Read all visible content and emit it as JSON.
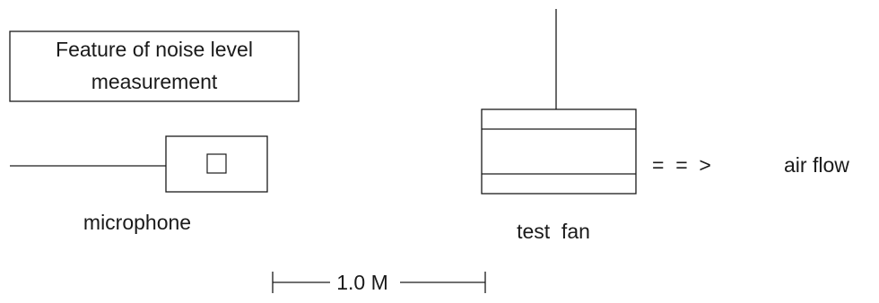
{
  "title": {
    "line1": "Feature of noise level",
    "line2": "measurement"
  },
  "microphone": {
    "label": "microphone"
  },
  "fan": {
    "label": "test  fan"
  },
  "airflow": {
    "arrow": "=  =  >",
    "label": "air flow"
  },
  "distance": {
    "label": "1.0 M"
  }
}
